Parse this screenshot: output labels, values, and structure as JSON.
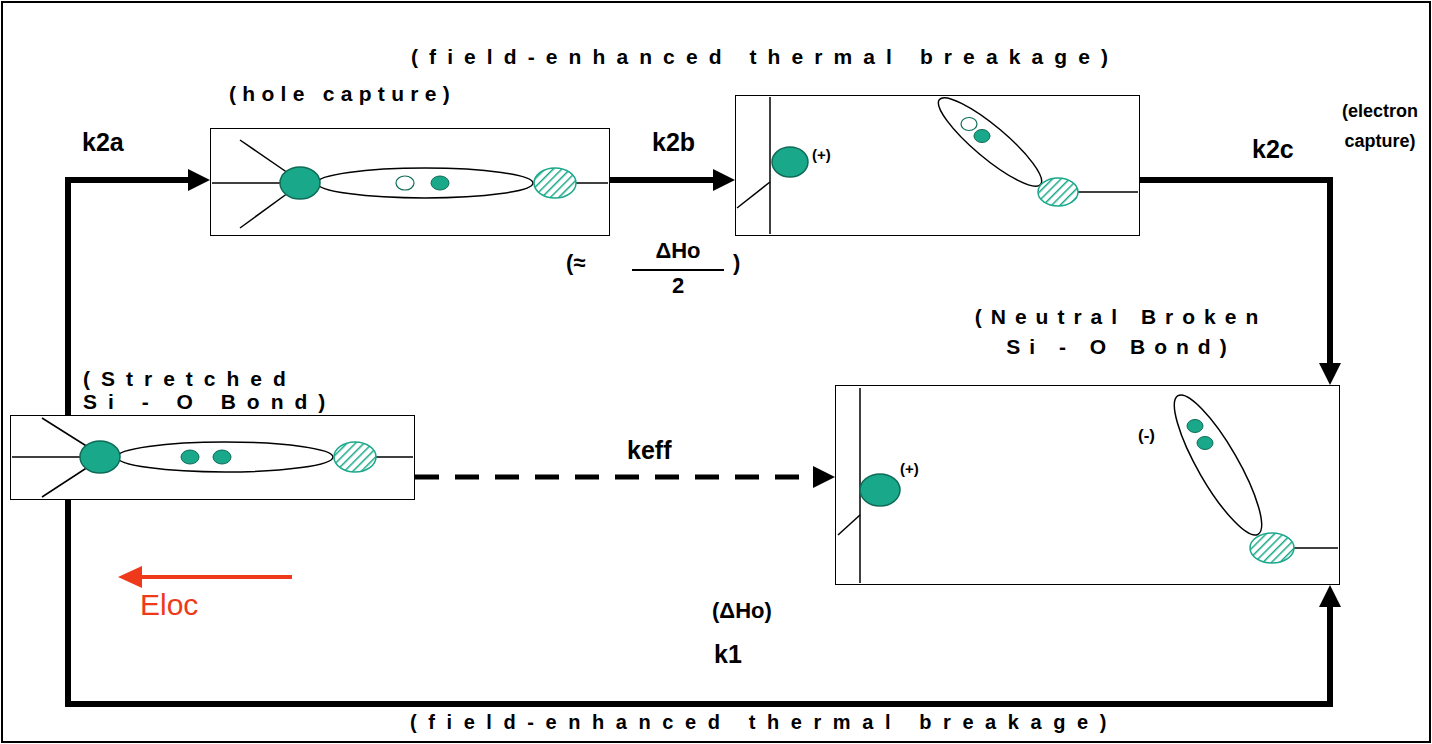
{
  "diagram": {
    "nodes": [
      {
        "text": [
          "(Stretched Si - O Bond)"
        ]
      },
      {
        "text": [
          "(hole capture)"
        ]
      },
      {
        "text": [
          "(field-enhanced thermal breakage)"
        ]
      },
      {
        "text": [
          "(Neutral Broken Si - O Bond)"
        ]
      }
    ],
    "edges": [
      {
        "from": 0,
        "to": 1,
        "arrow": "to",
        "label": "k2a"
      },
      {
        "from": 1,
        "to": 2,
        "arrow": "to",
        "label": "k2b"
      },
      {
        "from": 2,
        "to": 3,
        "arrow": "to",
        "label": "k2c"
      },
      {
        "from": 0,
        "to": 3,
        "arrow": "to",
        "label": "keff"
      },
      {
        "from": 0,
        "to": 3,
        "arrow": "to",
        "label": "k1"
      }
    ],
    "labels": [
      "(+)",
      "(≈",
      "ΔHo",
      "2",
      ")",
      "(electron capture)",
      "(+)",
      "(-)",
      "Eloc",
      "(ΔHo)",
      "(field-enhanced thermal breakage)"
    ]
  }
}
